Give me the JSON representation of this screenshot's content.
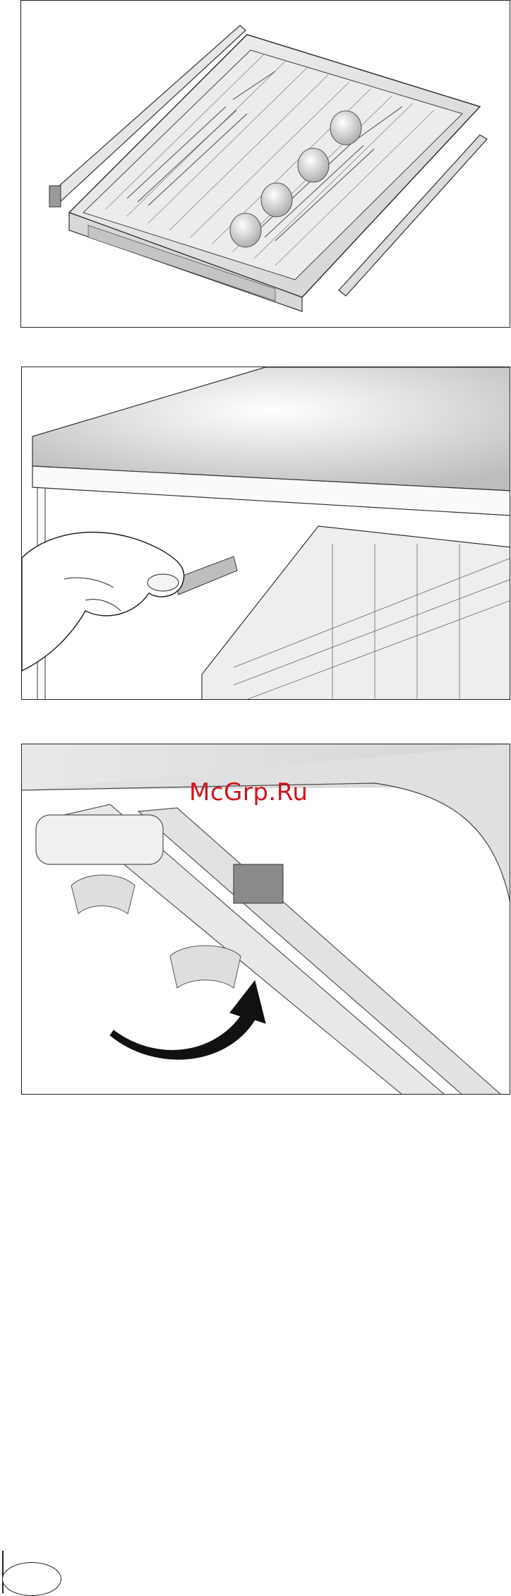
{
  "watermark": {
    "text": "McGrp.Ru",
    "color": "#d0141c"
  },
  "figures": [
    {
      "name": "cutlery-tray-overview"
    },
    {
      "name": "hand-pulling-tray-release"
    },
    {
      "name": "rail-stopper-rotation-arrow"
    }
  ],
  "page_marker": {
    "label": ""
  }
}
